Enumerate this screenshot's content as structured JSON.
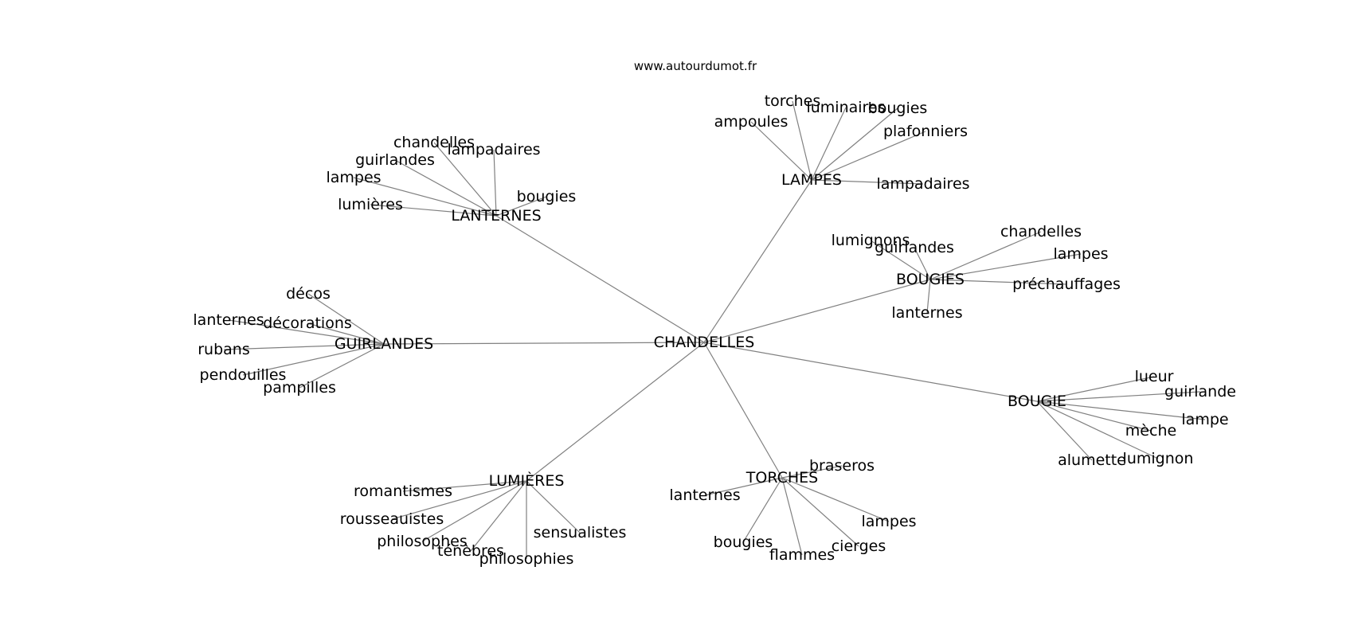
{
  "source": "www.autourdumot.fr",
  "graph": {
    "root": "CHANDELLES",
    "edge_color": "#808080",
    "hubs": [
      {
        "label": "LANTERNES",
        "leaves": [
          "chandelles",
          "lampadaires",
          "guirlandes",
          "lampes",
          "bougies",
          "lumières"
        ]
      },
      {
        "label": "LAMPES",
        "leaves": [
          "torches",
          "luminaires",
          "bougies",
          "ampoules",
          "plafonniers",
          "lampadaires"
        ]
      },
      {
        "label": "BOUGIES",
        "leaves": [
          "lumignons",
          "guirlandes",
          "chandelles",
          "lampes",
          "préchauffages",
          "lanternes"
        ]
      },
      {
        "label": "GUIRLANDES",
        "leaves": [
          "décos",
          "lanternes",
          "décorations",
          "rubans",
          "pendouilles",
          "pampilles"
        ]
      },
      {
        "label": "BOUGIE",
        "leaves": [
          "lueur",
          "guirlande",
          "lampe",
          "mèche",
          "alumette",
          "lumignon"
        ]
      },
      {
        "label": "LUMIÈRES",
        "leaves": [
          "romantismes",
          "rousseauistes",
          "philosophes",
          "ténèbres",
          "philosophies",
          "sensualistes"
        ]
      },
      {
        "label": "TORCHES",
        "leaves": [
          "braseros",
          "lanternes",
          "lampes",
          "bougies",
          "flammes",
          "cierges"
        ]
      }
    ]
  }
}
